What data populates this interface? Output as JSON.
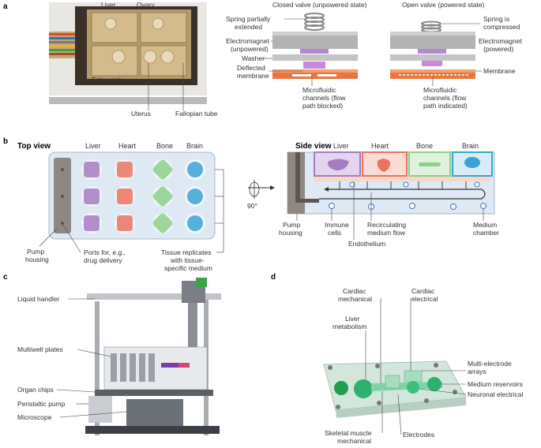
{
  "panel_a": {
    "letter": "a",
    "photo_labels": {
      "liver": "Liver",
      "ovary": "Ovary",
      "ectocervix": "Ectocervix",
      "uterus": "Uterus",
      "fallopian_tube": "Fallopian tube"
    },
    "closed_valve": {
      "title": "Closed valve (unpowered state)",
      "spring_l1": "Spring partially",
      "spring_l2": "extended",
      "electromagnet_l1": "Electromagnet",
      "electromagnet_l2": "(unpowered)",
      "washer": "Washer",
      "membrane_l1": "Deflected",
      "membrane_l2": "membrane",
      "channels_l1": "Microfluidic",
      "channels_l2": "channels (flow",
      "channels_l3": "path blocked)"
    },
    "open_valve": {
      "title": "Open valve (powered state)",
      "spring_l1": "Spring is",
      "spring_l2": "compressed",
      "electromagnet_l1": "Electromagnet",
      "electromagnet_l2": "(powered)",
      "membrane": "Membrane",
      "channels_l1": "Microfluidic",
      "channels_l2": "channels (flow",
      "channels_l3": "path indicated)"
    }
  },
  "panel_b": {
    "letter": "b",
    "top_view": "Top view",
    "side_view": "Side view",
    "organs": [
      "Liver",
      "Heart",
      "Bone",
      "Brain"
    ],
    "rotation": "90°",
    "pump_housing_l1": "Pump",
    "pump_housing_l2": "housing",
    "ports_l1": "Ports for, e.g.,",
    "ports_l2": "drug delivery",
    "replicates_l1": "Tissue replicates",
    "replicates_l2": "with tissue-",
    "replicates_l3": "specific medium",
    "side_pump_l1": "Pump",
    "side_pump_l2": "housing",
    "immune_l1": "Immune",
    "immune_l2": "cells",
    "recirc_l1": "Recirculating",
    "recirc_l2": "medium flow",
    "endothelium": "Endothelium",
    "medium_l1": "Medium",
    "medium_l2": "chamber"
  },
  "panel_c": {
    "letter": "c",
    "labels": [
      "Liquid handler",
      "Multiwell plates",
      "Organ chips",
      "Peristaltic pump",
      "Microscope"
    ]
  },
  "panel_d": {
    "letter": "d",
    "cardiac_mech_l1": "Cardiac",
    "cardiac_mech_l2": "mechanical",
    "cardiac_elec_l1": "Cardiac",
    "cardiac_elec_l2": "electrical",
    "liver_l1": "Liver",
    "liver_l2": "metabolism",
    "mea_l1": "Multi-electrode",
    "mea_l2": "arrays",
    "reservoirs": "Medium reservoirs",
    "neuronal": "Neuronal electrical",
    "skeletal_l1": "Skeletal muscle",
    "skeletal_l2": "mechanical",
    "electrodes": "Electrodes"
  },
  "colors": {
    "liver": "#a77bc4",
    "heart": "#e9735f",
    "bone": "#8fcf8c",
    "brain": "#3aa3d3",
    "chip_green": "#2fb070",
    "membrane_orange": "#e8763f",
    "electromagnet": "#a8a8a8",
    "coil": "#b489cc"
  }
}
